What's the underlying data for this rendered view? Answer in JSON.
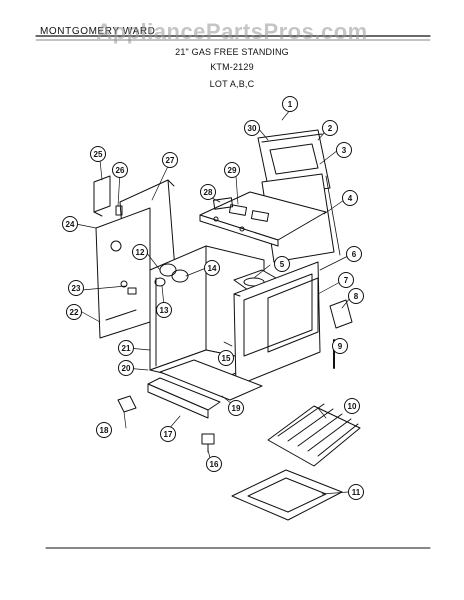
{
  "header": {
    "brand": "MONTGOMERY WARD",
    "title": "21\" GAS FREE STANDING",
    "model": "KTM-2129",
    "lot": "LOT A,B,C"
  },
  "watermark": "AppliancePartsPros.com",
  "callouts": [
    "1",
    "2",
    "3",
    "4",
    "5",
    "6",
    "7",
    "8",
    "9",
    "10",
    "11",
    "12",
    "13",
    "14",
    "15",
    "16",
    "17",
    "18",
    "19",
    "20",
    "21",
    "22",
    "23",
    "24",
    "25",
    "26",
    "27",
    "28",
    "29",
    "30"
  ],
  "colors": {
    "ink": "#111111",
    "watermark": "#969696",
    "paper": "#ffffff"
  }
}
